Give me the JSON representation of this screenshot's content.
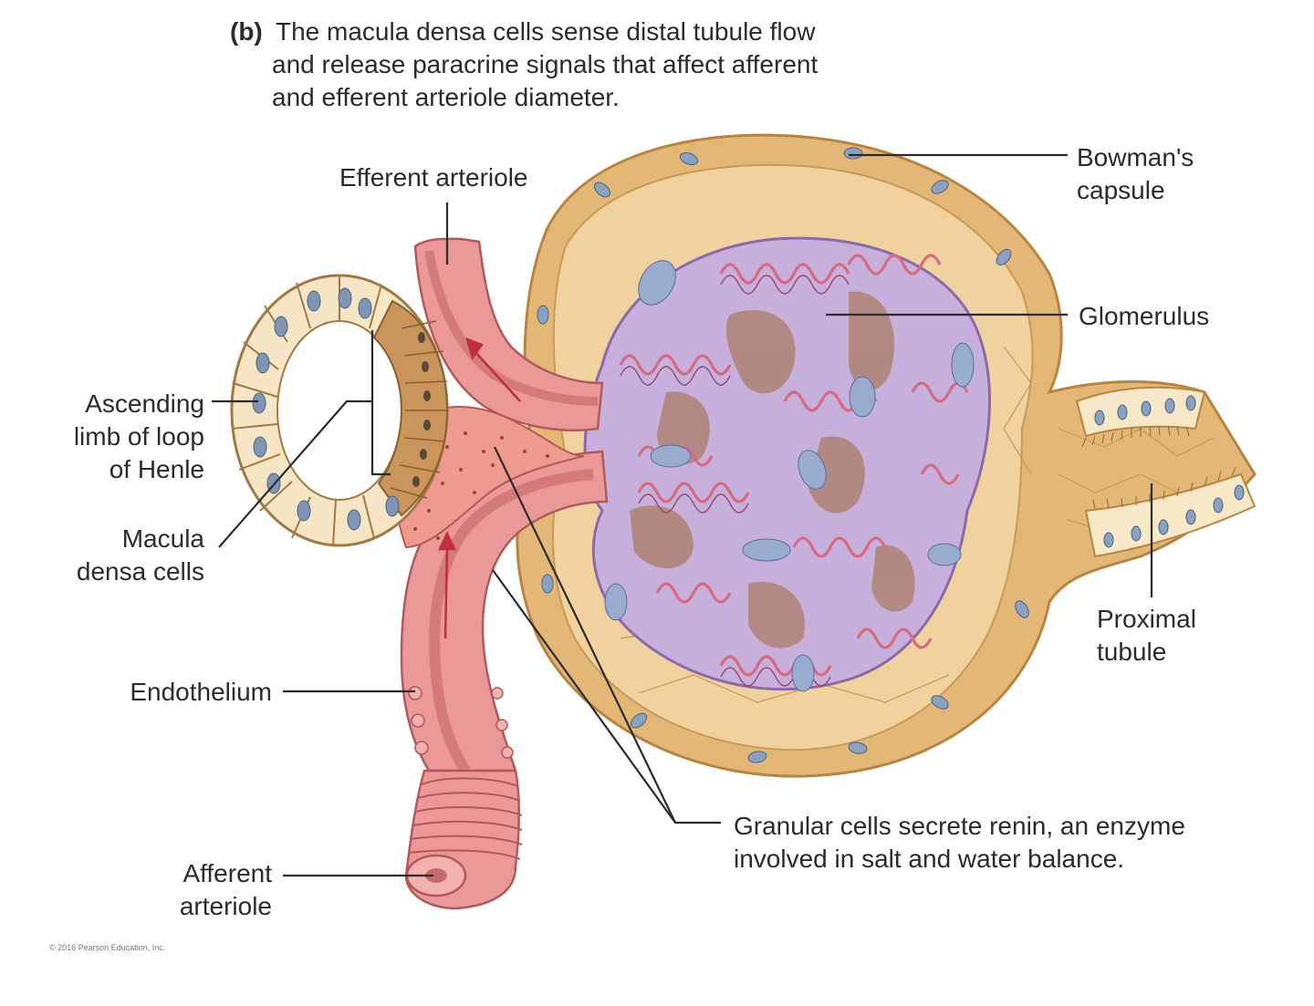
{
  "caption": {
    "panel_letter": "(b)",
    "lines": [
      "The macula densa cells sense distal tubule flow",
      "and release paracrine signals that affect afferent",
      "and efferent arteriole diameter."
    ]
  },
  "labels": {
    "efferent_arteriole": "Efferent arteriole",
    "bowmans_capsule": [
      "Bowman's",
      "capsule"
    ],
    "glomerulus": "Glomerulus",
    "ascending_limb": [
      "Ascending",
      "limb of loop",
      "of Henle"
    ],
    "macula_densa": [
      "Macula",
      "densa cells"
    ],
    "proximal_tubule": [
      "Proximal",
      "tubule"
    ],
    "endothelium": "Endothelium",
    "granular_cells": [
      "Granular cells secrete renin, an enzyme",
      "involved in salt and water balance."
    ],
    "afferent_arteriole": [
      "Afferent",
      "arteriole"
    ]
  },
  "copyright": "© 2016 Pearson Education, Inc.",
  "colors": {
    "capsule": "#e9c58a",
    "capsule_dark": "#c99a55",
    "glomerulus": "#c9b4dc",
    "capillary": "#e58a8e",
    "arteriole": "#e98d8d",
    "tubule_cell": "#f7e8c8",
    "macula_cell": "#c99458",
    "nucleus": "#7f95b5"
  }
}
